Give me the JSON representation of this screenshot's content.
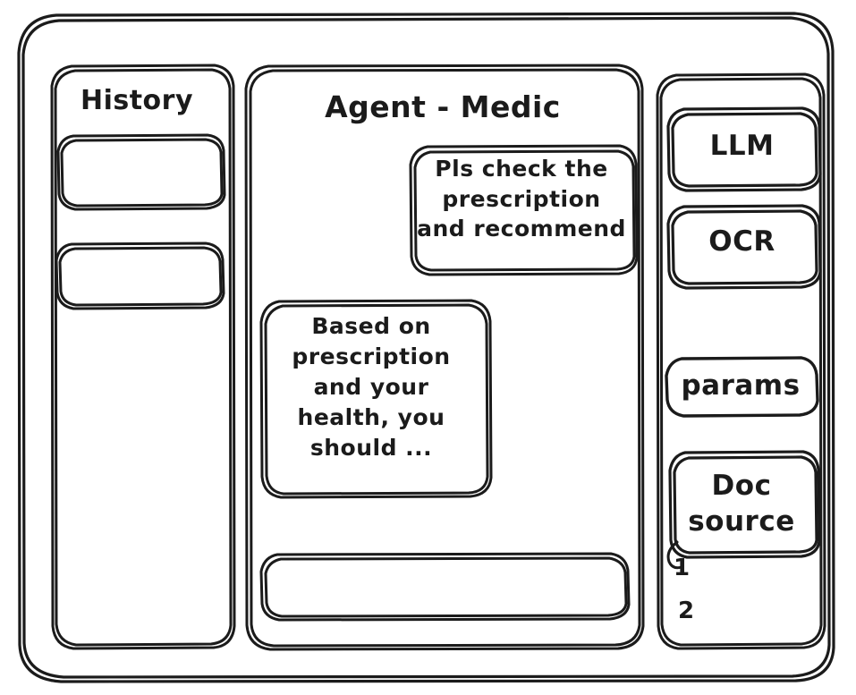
{
  "window": {
    "name": "agent-medic-wireframe"
  },
  "sidebar_left": {
    "title": "History",
    "items": [
      {
        "label": ""
      },
      {
        "label": ""
      }
    ]
  },
  "main": {
    "title": "Agent - Medic",
    "messages": [
      {
        "role": "user",
        "align": "right",
        "text": "Pls check the\nprescription\nand recommend"
      },
      {
        "role": "assistant",
        "align": "left",
        "text": "Based on\nprescription\nand your\nhealth, you\nshould ..."
      }
    ],
    "composer": {
      "value": "",
      "placeholder": ""
    }
  },
  "sidebar_right": {
    "tools": [
      {
        "label": "LLM"
      },
      {
        "label": "OCR"
      }
    ],
    "params": {
      "label": "params"
    },
    "doc_source": {
      "label": "Doc\nsource",
      "items": [
        "1",
        "2"
      ]
    }
  },
  "colors": {
    "stroke": "#1b1b1b",
    "background": "#ffffff",
    "text": "#1b1b1b"
  }
}
